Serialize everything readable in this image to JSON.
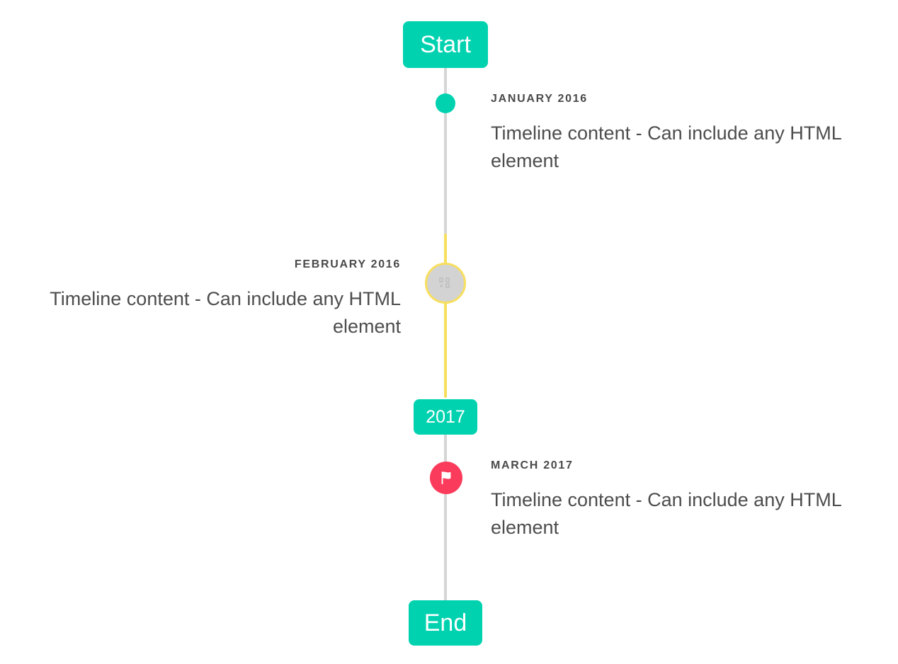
{
  "page": {
    "title": "Timeline",
    "background": "#ffffff"
  },
  "colors": {
    "accent_teal": "#00d2b0",
    "rail_gray": "#d5d5d5",
    "rail_yellow": "#f7df5e",
    "marker_pink": "#fb3b5c",
    "marker_gray": "#d3d3d3",
    "date_text": "#4a4a4a",
    "body_text": "#4d4d4d"
  },
  "caps": {
    "start": {
      "label": "Start"
    },
    "middle": {
      "label": "2017"
    },
    "end": {
      "label": "End"
    }
  },
  "rails": [
    {
      "name": "rail-gray-upper",
      "color": "#d5d5d5"
    },
    {
      "name": "rail-yellow",
      "color": "#f7df5e"
    },
    {
      "name": "rail-gray-lower",
      "color": "#d5d5d5"
    }
  ],
  "entries": [
    {
      "date": "JANUARY 2016",
      "body": "Timeline content - Can include any HTML element",
      "side": "right",
      "marker": {
        "icon": "filled-dot-icon",
        "color": "#00d2b0"
      }
    },
    {
      "date": "FEBRUARY 2016",
      "body": "Timeline content - Can include any HTML element",
      "side": "left",
      "marker": {
        "icon": "broken-image-icon",
        "color": "#d3d3d3",
        "ring": "#f7df5e"
      }
    },
    {
      "date": "MARCH 2017",
      "body": "Timeline content - Can include any HTML element",
      "side": "right",
      "marker": {
        "icon": "flag-icon",
        "color": "#fb3b5c"
      }
    }
  ]
}
